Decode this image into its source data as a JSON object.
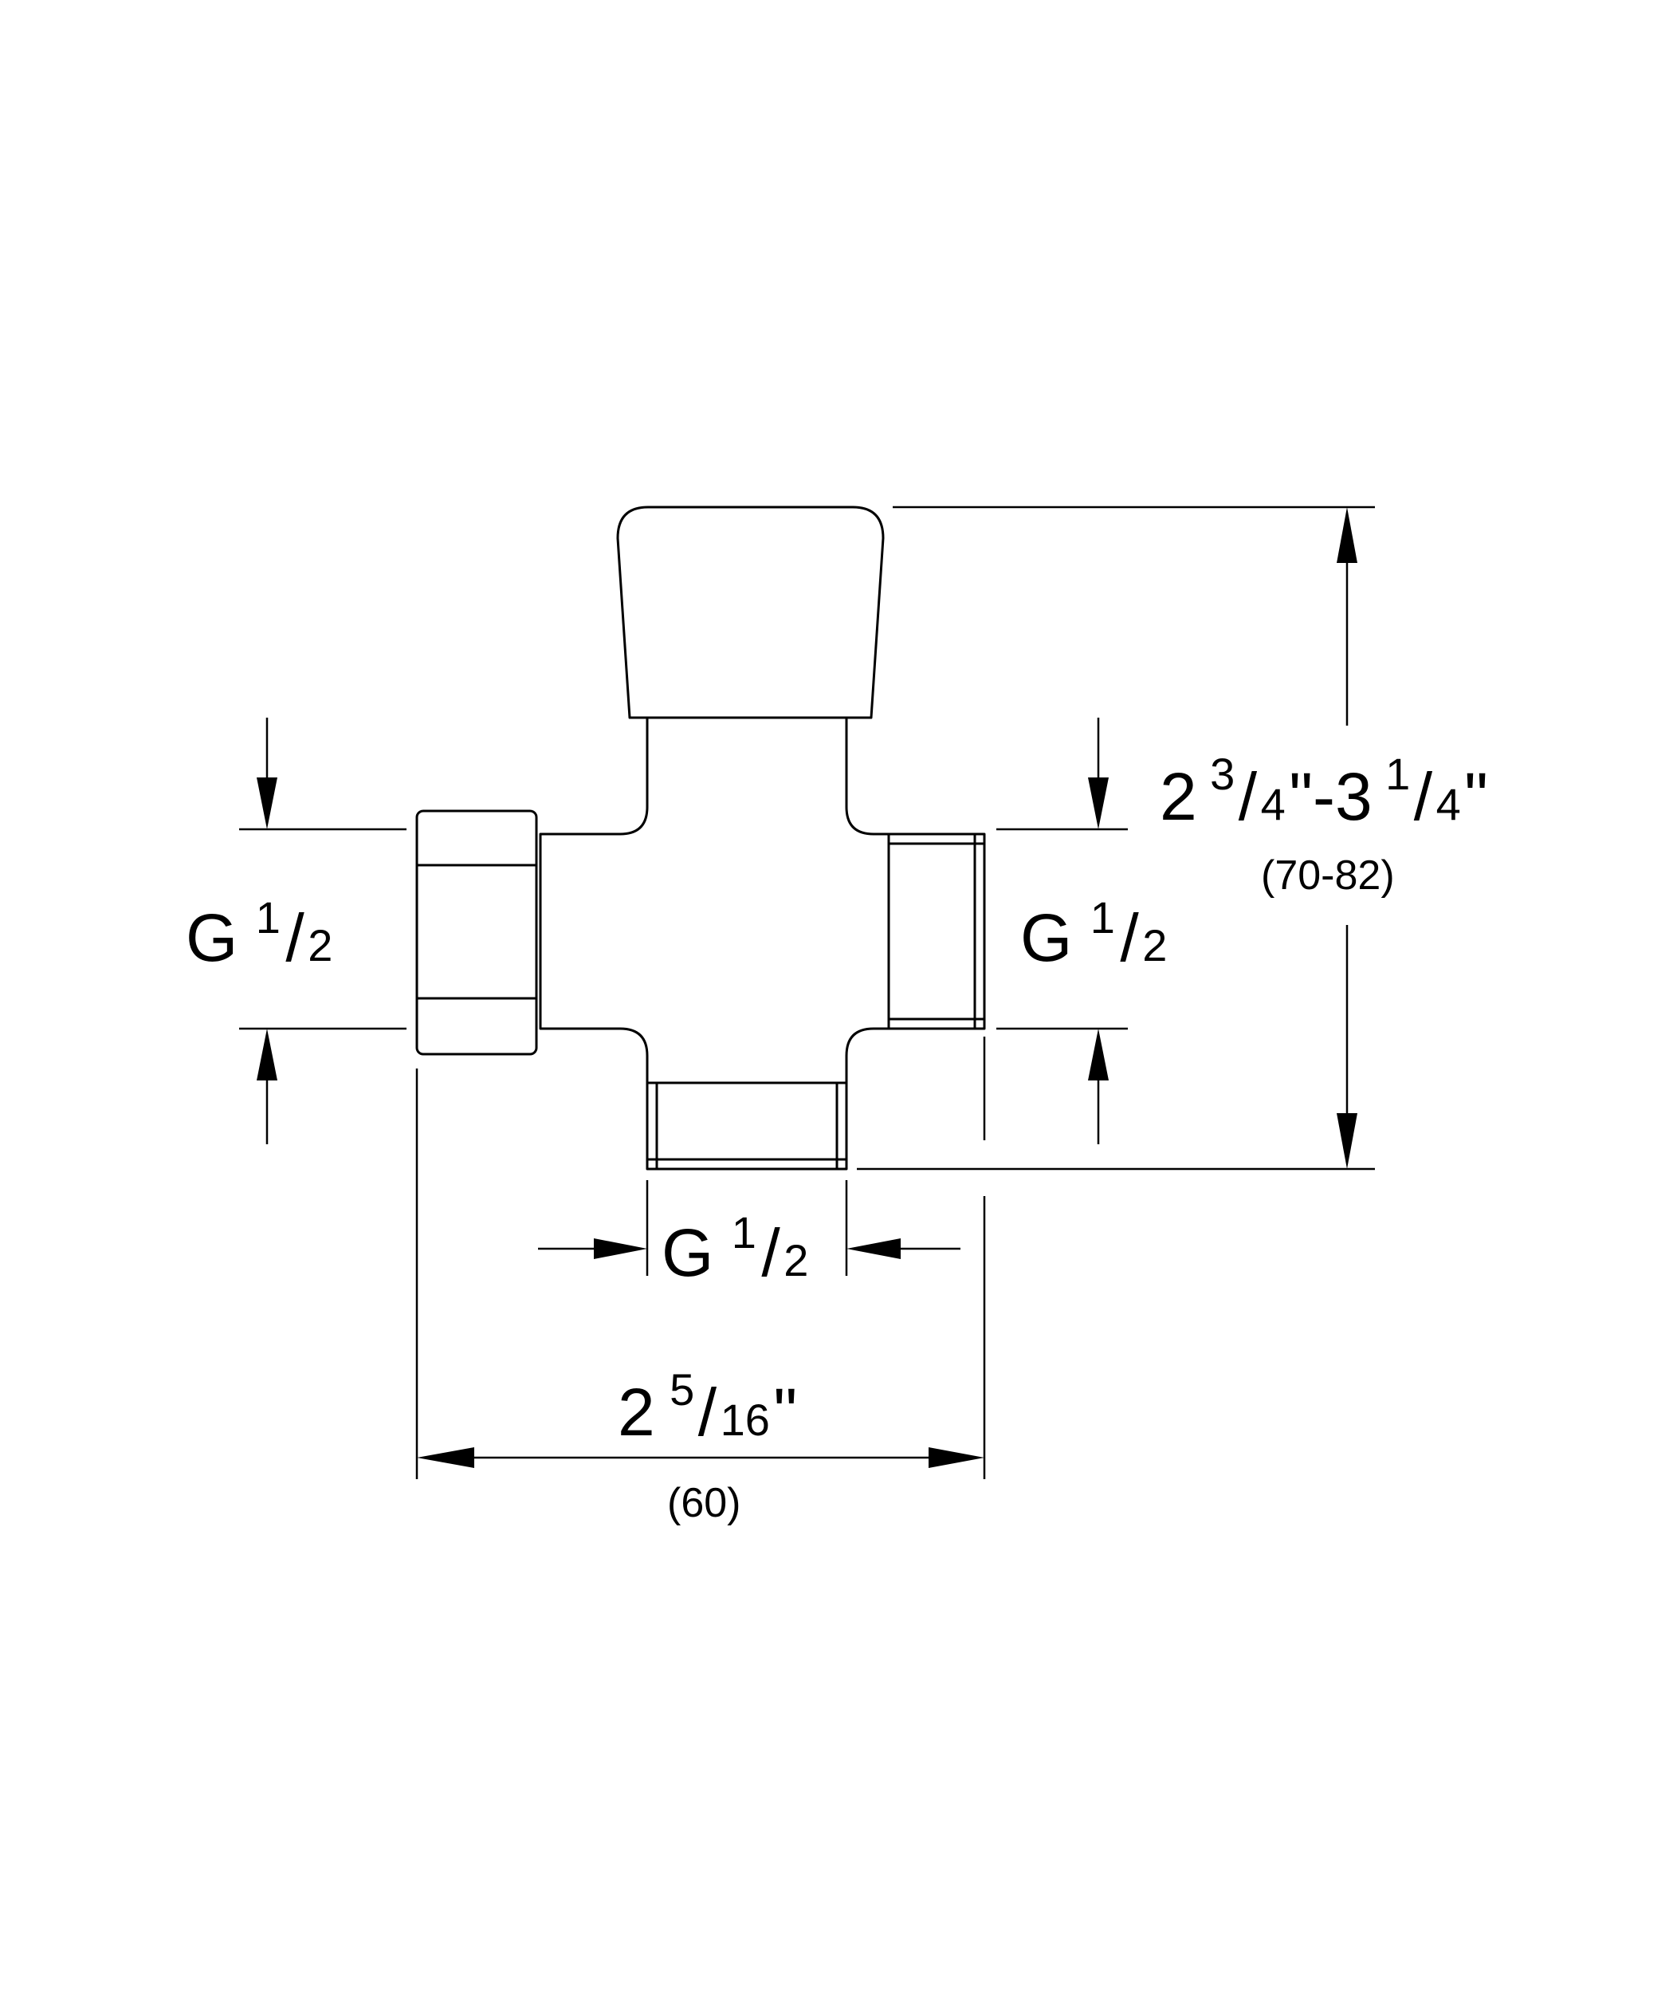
{
  "labels": {
    "left_thread": {
      "base": "G",
      "num": "1",
      "den": "2"
    },
    "right_thread": {
      "base": "G",
      "num": "1",
      "den": "2"
    },
    "bottom_thread": {
      "base": "G",
      "num": "1",
      "den": "2"
    },
    "height_dim": {
      "whole1": "2",
      "num1": "3",
      "den1": "4",
      "mid": "\"-3",
      "num2": "1",
      "den2": "4",
      "tail": "\"",
      "metric": "(70-82)"
    },
    "width_dim": {
      "whole": "2",
      "num": "5",
      "den": "16",
      "tail": "\"",
      "metric": "(60)"
    }
  }
}
